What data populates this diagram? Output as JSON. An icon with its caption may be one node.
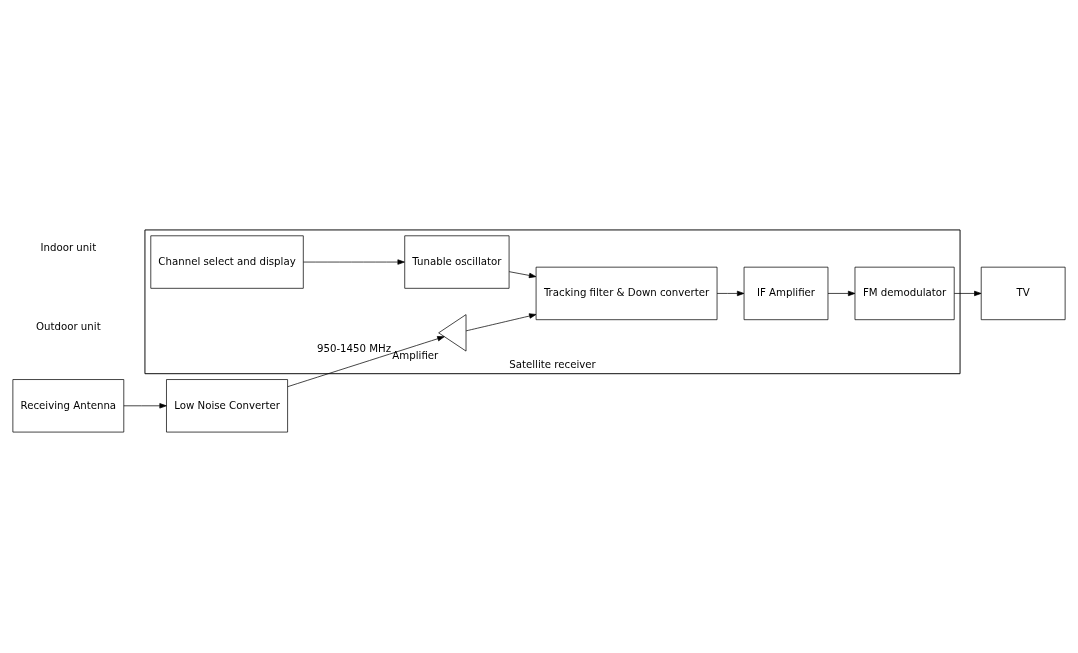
{
  "diagram": {
    "nodes": [
      {
        "text": [
          "Low Noise Converter"
        ]
      },
      {
        "text": [
          "Receiving Antenna"
        ]
      },
      {
        "text": [
          "Satellite receiver"
        ]
      },
      {
        "text": [],
        "shape": "triangle",
        "beside": [
          "Amplifier"
        ],
        "in": 2
      },
      {
        "text": [
          "Tracking filter & Down converter"
        ],
        "in": 2
      },
      {
        "text": [
          "IF Amplifier"
        ],
        "in": 2
      },
      {
        "text": [
          "FM demodulator"
        ],
        "in": 2
      },
      {
        "text": [
          "Tunable oscillator"
        ],
        "in": 2
      },
      {
        "text": [
          "Channel select and display"
        ],
        "in": 2
      },
      {
        "text": [
          "TV"
        ]
      }
    ],
    "edges": [
      {
        "from": 1,
        "to": 0,
        "arrow": "to"
      },
      {
        "from": 0,
        "to": 3,
        "arrow": "to",
        "label": "950-1450 MHz"
      },
      {
        "from": 3,
        "to": 4,
        "arrow": "to"
      },
      {
        "from": 4,
        "to": 5,
        "arrow": "to"
      },
      {
        "from": 5,
        "to": 6,
        "arrow": "to"
      },
      {
        "from": 6,
        "to": 9,
        "arrow": "to"
      },
      {
        "from": 7,
        "to": 4,
        "arrow": "to"
      },
      {
        "from": 8,
        "to": 7,
        "arrow": "to"
      }
    ],
    "labels": [
      "Outdoor unit",
      "Indoor unit"
    ]
  }
}
